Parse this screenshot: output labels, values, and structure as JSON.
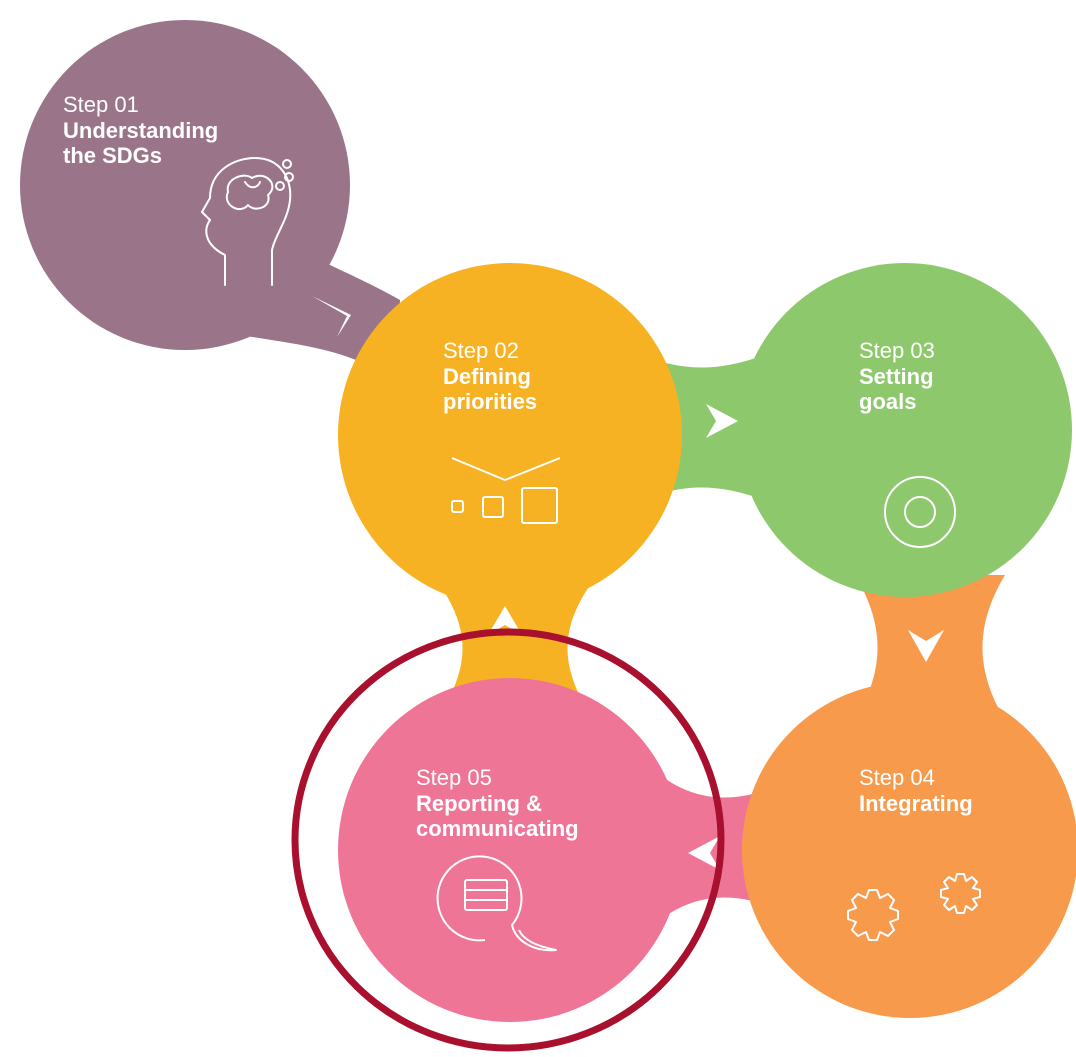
{
  "steps": [
    {
      "id": "01",
      "step_label": "Step 01",
      "title": "Understanding\nthe SDGs",
      "color": "#9a7589",
      "icon": "head-brain-icon"
    },
    {
      "id": "02",
      "step_label": "Step 02",
      "title": "Defining\npriorities",
      "color": "#f7b223",
      "icon": "priority-boxes-icon"
    },
    {
      "id": "03",
      "step_label": "Step 03",
      "title": "Setting\ngoals",
      "color": "#8ec86c",
      "icon": "target-icon"
    },
    {
      "id": "04",
      "step_label": "Step 04",
      "title": "Integrating",
      "color": "#f79a4c",
      "icon": "gears-icon"
    },
    {
      "id": "05",
      "step_label": "Step 05",
      "title": "Reporting &\ncommunicating",
      "color": "#ef7597",
      "icon": "speech-bubble-icon"
    }
  ],
  "arrows": [
    "arrow-right-icon",
    "arrow-right-icon",
    "arrow-down-icon",
    "arrow-left-icon",
    "arrow-up-icon"
  ],
  "highlight": {
    "target_step": "05",
    "color": "#a8102d"
  }
}
